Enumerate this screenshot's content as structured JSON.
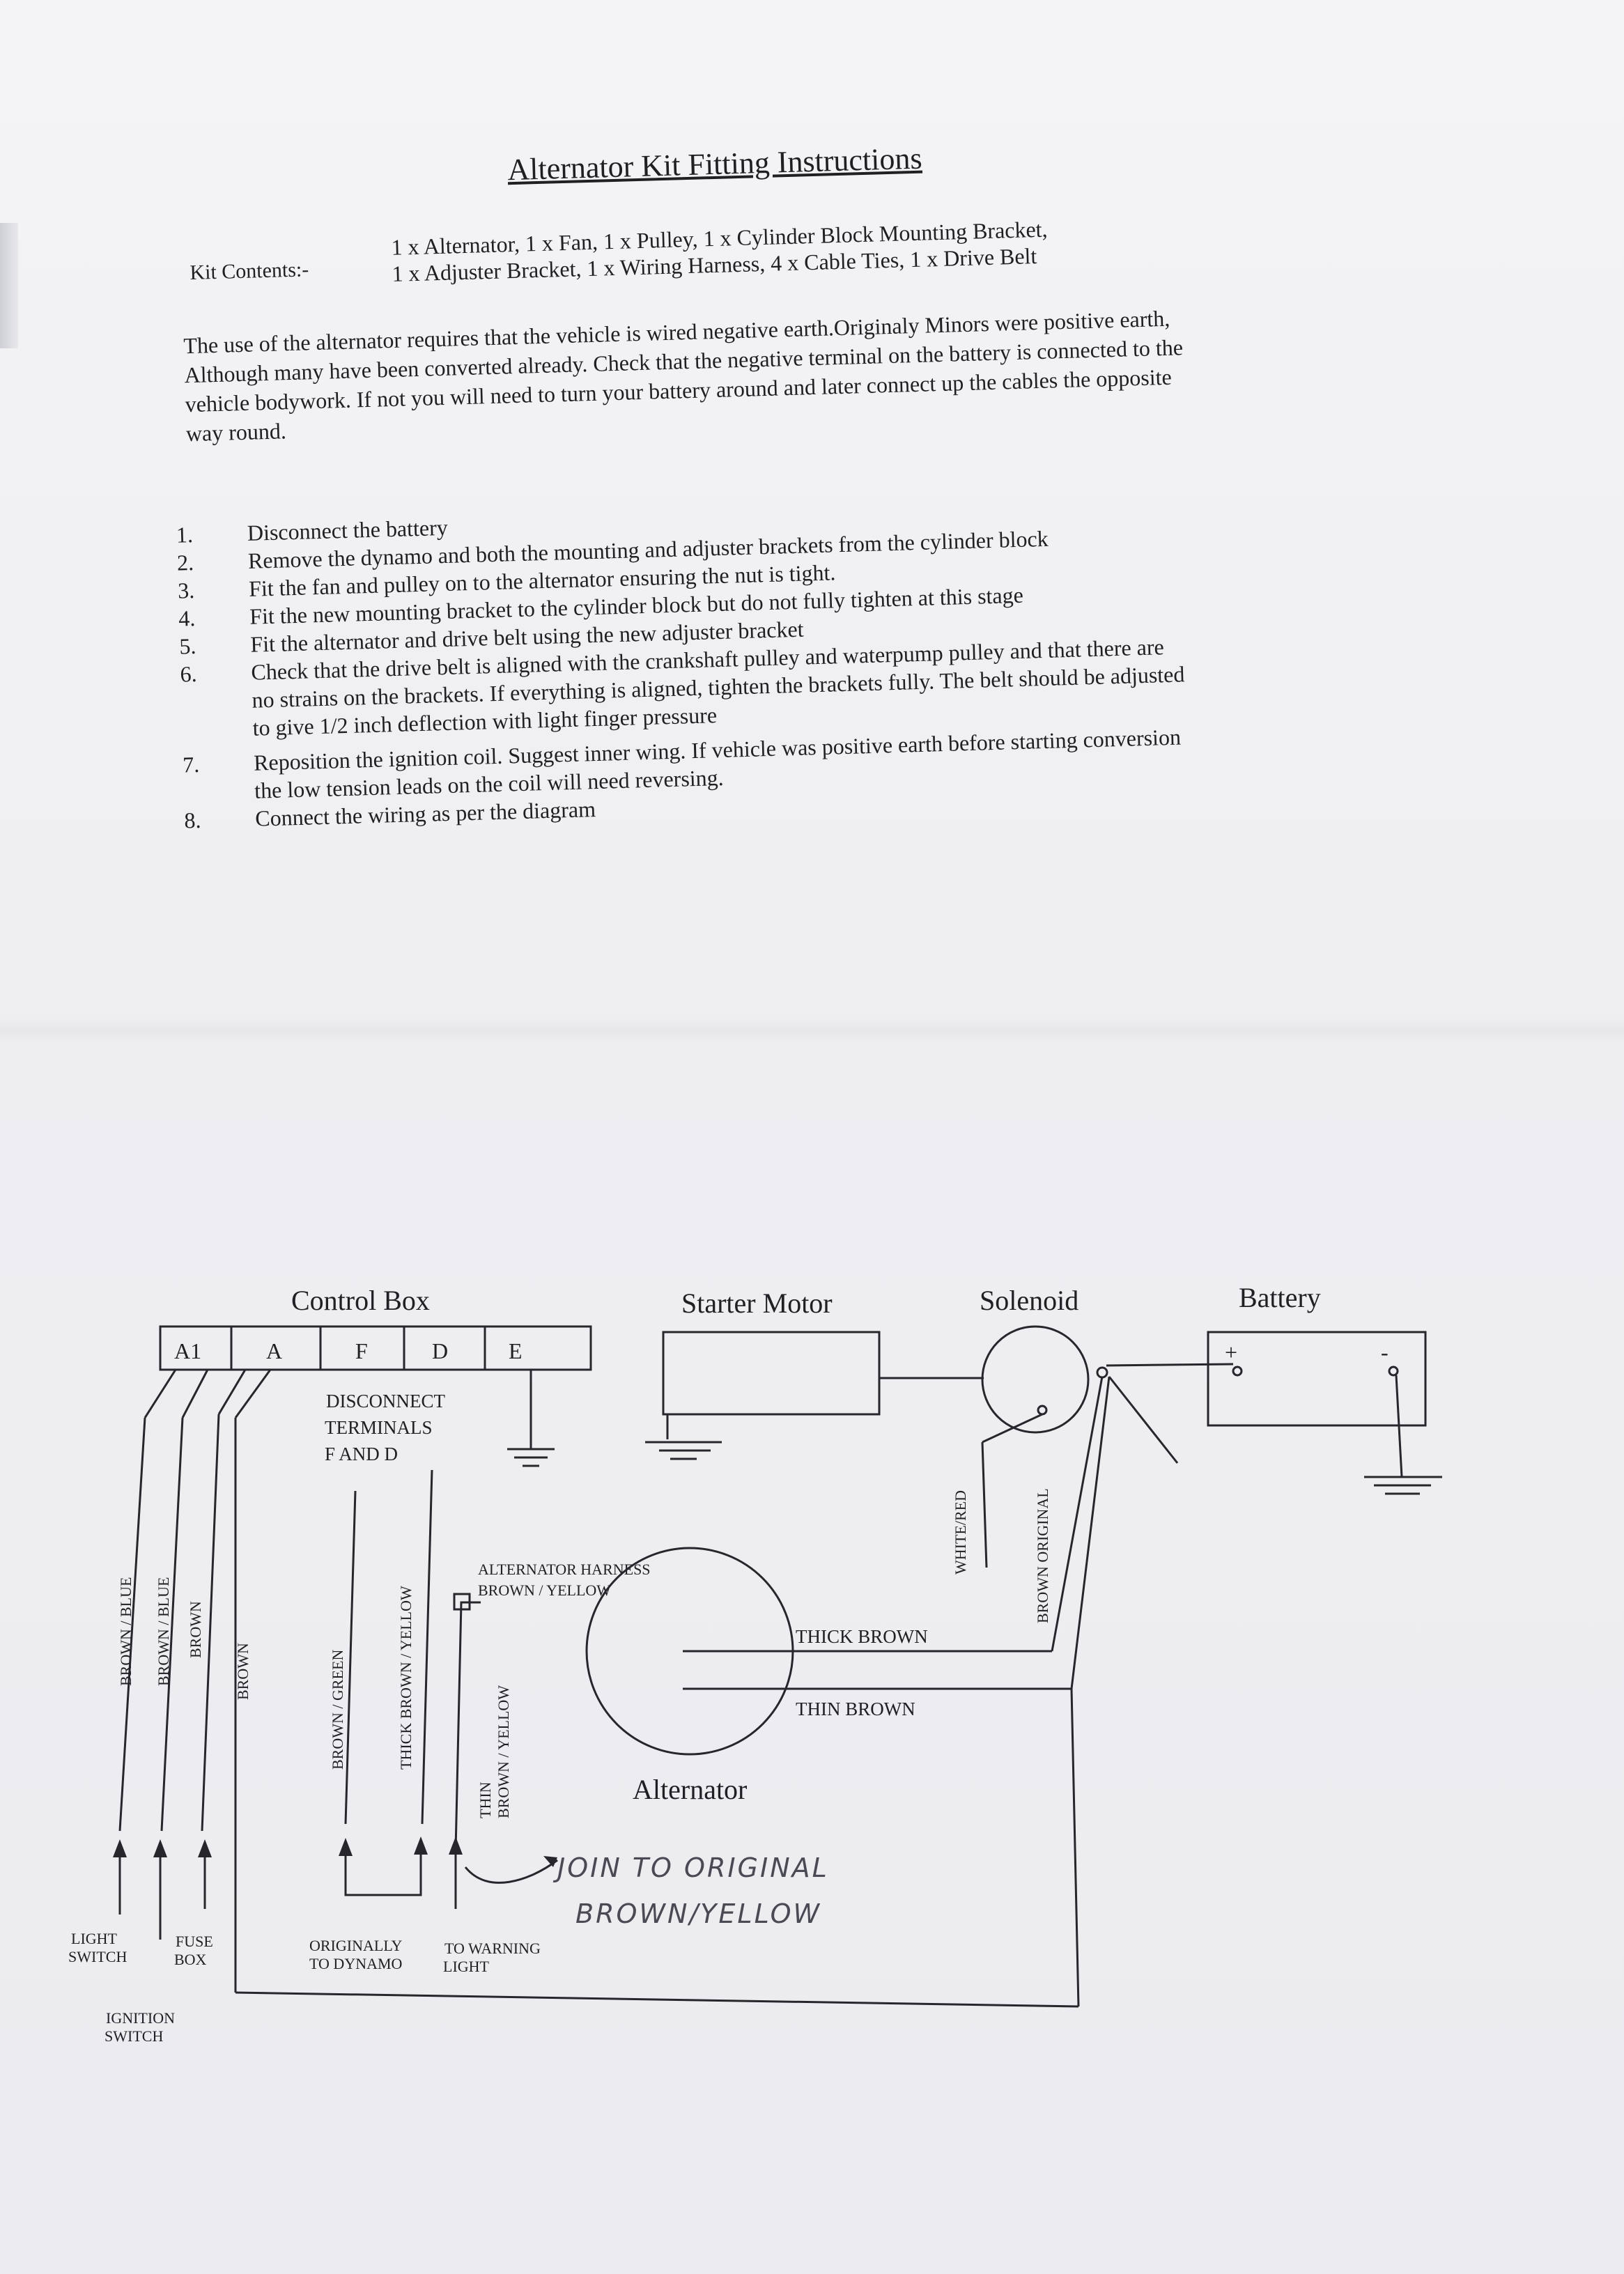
{
  "document": {
    "title": "Alternator Kit Fitting Instructions",
    "kit_contents_label": "Kit Contents:-",
    "kit_contents_lines": [
      "1 x Alternator,  1 x Fan,  1 x Pulley,  1 x Cylinder Block Mounting Bracket,",
      "1 x Adjuster Bracket,  1 x Wiring Harness,  4 x Cable Ties,  1 x Drive Belt"
    ],
    "intro_lines": [
      "The use of the alternator requires that the vehicle is wired negative earth.Originaly Minors were positive earth,",
      "Although many have been converted already. Check that the negative terminal on the battery is connected to the",
      "vehicle bodywork. If not you will need to turn your battery around and later connect up the cables the opposite",
      "way round."
    ],
    "steps": [
      {
        "num": "1.",
        "lines": [
          "Disconnect the battery"
        ]
      },
      {
        "num": "2.",
        "lines": [
          "Remove the dynamo and both the mounting and adjuster brackets from the cylinder block"
        ]
      },
      {
        "num": "3.",
        "lines": [
          "Fit the fan and pulley on to the alternator ensuring the nut is tight."
        ]
      },
      {
        "num": "4.",
        "lines": [
          "Fit the new mounting bracket to the cylinder block but do not fully tighten at this stage"
        ]
      },
      {
        "num": "5.",
        "lines": [
          "Fit the alternator and drive belt using the new adjuster bracket"
        ]
      },
      {
        "num": "6.",
        "lines": [
          "Check that the drive belt is aligned  with the crankshaft pulley and waterpump pulley and that there are",
          "no strains on the brackets. If everything is aligned,  tighten the brackets fully. The belt should be adjusted",
          "to give 1/2 inch deflection with light finger pressure"
        ]
      },
      {
        "num": "7.",
        "lines": [
          "Reposition the ignition coil. Suggest inner wing. If vehicle was positive earth before starting conversion",
          "the low tension leads on the coil will need reversing."
        ]
      },
      {
        "num": "8.",
        "lines": [
          "Connect the wiring as per the diagram"
        ]
      }
    ]
  },
  "diagram": {
    "control_box_label": "Control Box",
    "terminals": [
      "A1",
      "A",
      "F",
      "D",
      "E"
    ],
    "disconnect_note": [
      "DISCONNECT",
      "TERMINALS",
      "F AND D"
    ],
    "starter_motor_label": "Starter Motor",
    "solenoid_label": "Solenoid",
    "battery_label": "Battery",
    "battery_plus": "+",
    "battery_minus": "-",
    "wire_labels": {
      "brown_blue_1": "BROWN / BLUE",
      "brown_blue_2": "BROWN / BLUE",
      "brown_1": "BROWN",
      "brown_2": "BROWN",
      "brown_green": "BROWN / GREEN",
      "thick_brown_yellow": "THICK BROWN / YELLOW",
      "thin_label": "THIN",
      "thin_brown_yellow": "BROWN / YELLOW",
      "white_red": "WHITE/RED",
      "brown_original": "BROWN ORIGINAL",
      "thick_brown": "THICK BROWN",
      "thin_brown": "THIN BROWN"
    },
    "harness_label": [
      "ALTERNATOR HARNESS",
      "BROWN / YELLOW"
    ],
    "alternator_label": "Alternator",
    "handwritten_note": [
      "JOIN TO ORIGINAL",
      "BROWN/YELLOW"
    ],
    "bottom_labels": {
      "light_switch": [
        "LIGHT",
        "SWITCH"
      ],
      "fuse_box": [
        "FUSE",
        "BOX"
      ],
      "ignition_switch": [
        "IGNITION",
        "SWITCH"
      ],
      "originally_to_dynamo": [
        "ORIGINALLY",
        "TO DYNAMO"
      ],
      "to_warning_light": [
        "TO WARNING",
        "LIGHT"
      ]
    }
  }
}
